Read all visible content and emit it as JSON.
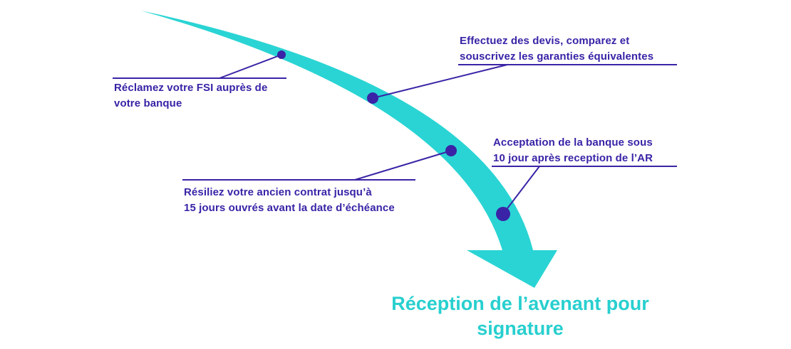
{
  "steps": [
    {
      "lines": [
        "Réclamez votre FSI auprès de",
        "votre banque"
      ]
    },
    {
      "lines": [
        "Effectuez des devis, comparez et",
        "souscrivez les garanties équivalentes"
      ]
    },
    {
      "lines": [
        "Résiliez votre ancien contrat jusqu’à",
        "15 jours ouvrés avant la date d’échéance"
      ]
    },
    {
      "lines": [
        "Acceptation de la banque sous",
        "10 jour après reception de l’AR"
      ]
    }
  ],
  "final_step": {
    "lines": [
      "Réception de l’avenant pour",
      "signature"
    ]
  },
  "colors": {
    "arrow": "#2ad4d4",
    "purple": "#3a23a6",
    "final_text": "#28cfcf"
  }
}
